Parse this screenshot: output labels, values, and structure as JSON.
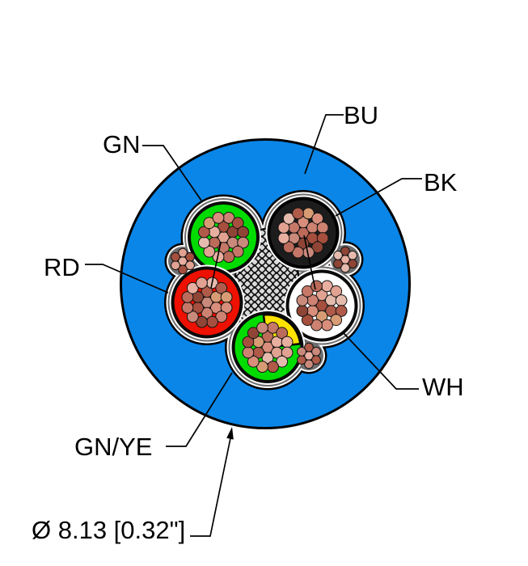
{
  "labels": {
    "jacket": "BU",
    "conductor_green": "GN",
    "conductor_black": "BK",
    "conductor_red": "RD",
    "conductor_white": "WH",
    "conductor_ground": "GN/YE",
    "diameter": "Ø 8.13 [0.32\"]"
  },
  "colors": {
    "jacket_blue": "#0A86E8",
    "green": "#00DC00",
    "black_ins": "#1C1C1C",
    "red": "#EE1000",
    "white_ins": "#FFFFFF",
    "yellow": "#FFE200",
    "shield_gray": "#6E6E6E",
    "filler_gray": "#D9D9D9",
    "line_black": "#000000",
    "copper_palette": [
      "#E8AFA0",
      "#D98E7C",
      "#C67767",
      "#B05A49",
      "#8F4536",
      "#E1A292",
      "#CE8271",
      "#BC6B5A",
      "#D89C74",
      "#C9897B",
      "#E5BBAD",
      "#A64F3E"
    ]
  }
}
